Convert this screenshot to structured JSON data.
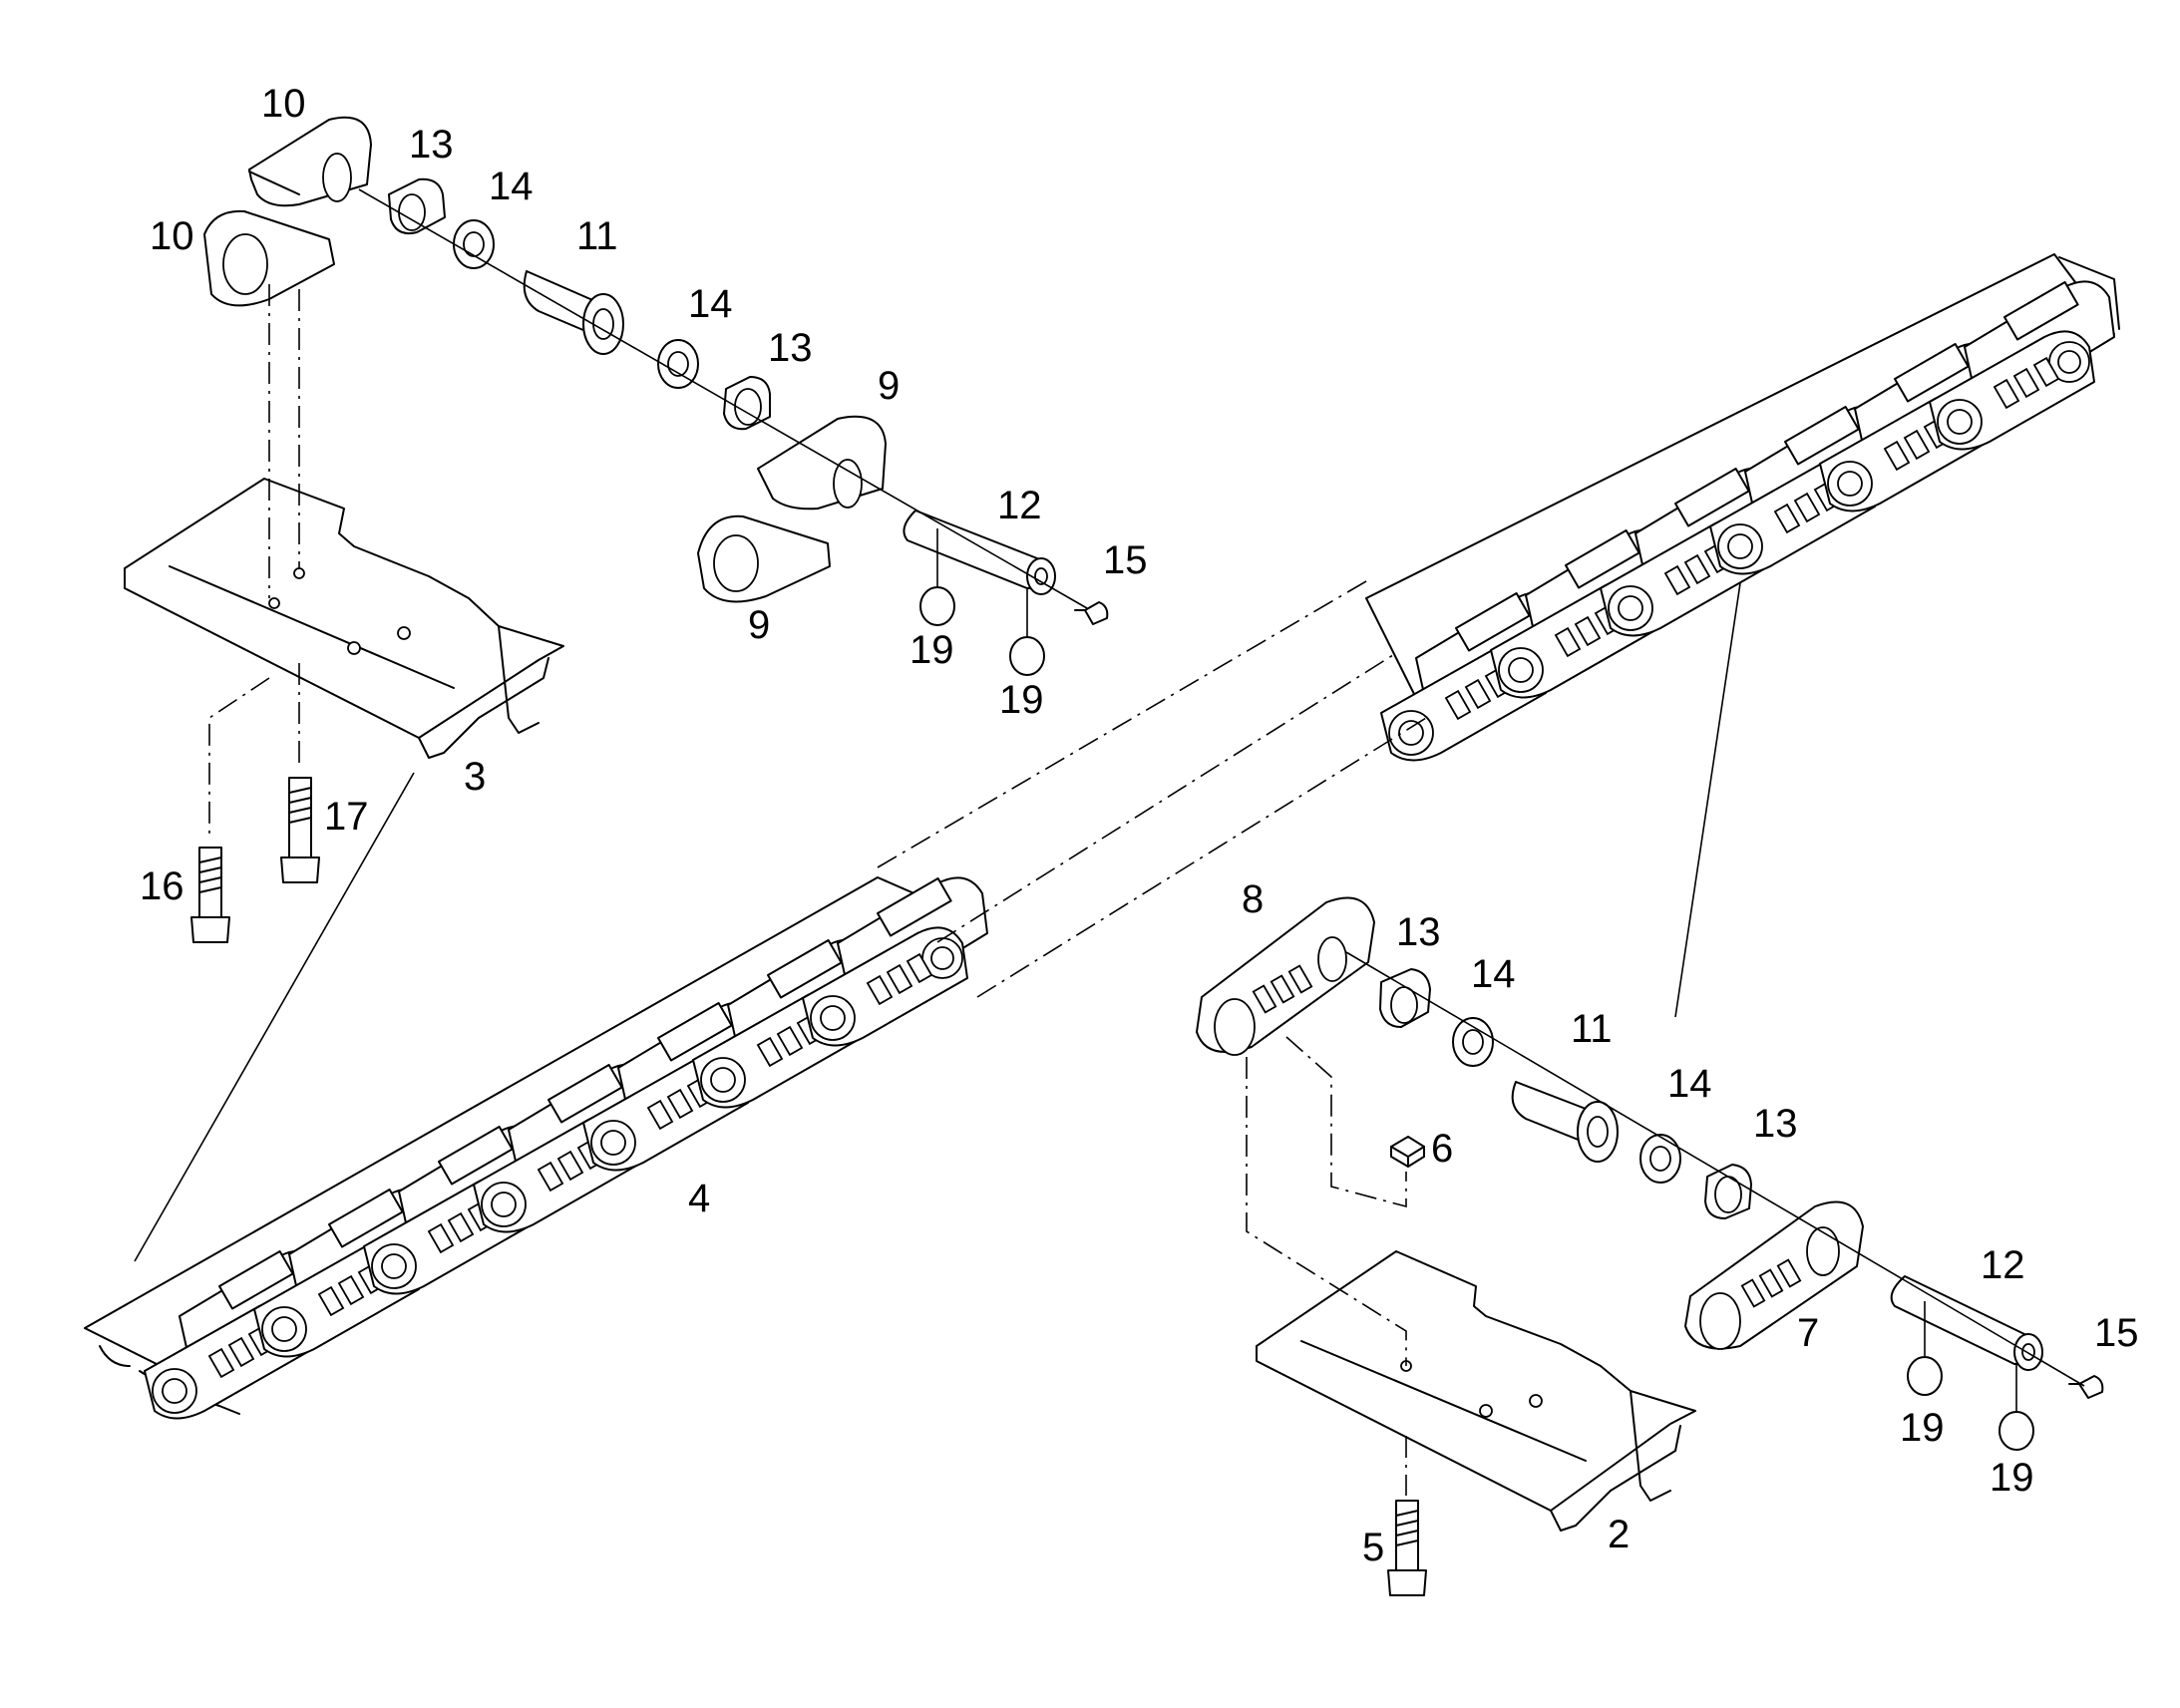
{
  "callouts": [
    {
      "id": "10a",
      "label": "10"
    },
    {
      "id": "10b",
      "label": "10"
    },
    {
      "id": "13a",
      "label": "13"
    },
    {
      "id": "14a",
      "label": "14"
    },
    {
      "id": "11a",
      "label": "11"
    },
    {
      "id": "14b",
      "label": "14"
    },
    {
      "id": "13b",
      "label": "13"
    },
    {
      "id": "9a",
      "label": "9"
    },
    {
      "id": "9b",
      "label": "9"
    },
    {
      "id": "12a",
      "label": "12"
    },
    {
      "id": "15a",
      "label": "15"
    },
    {
      "id": "19a",
      "label": "19"
    },
    {
      "id": "19b",
      "label": "19"
    },
    {
      "id": "3",
      "label": "3"
    },
    {
      "id": "17",
      "label": "17"
    },
    {
      "id": "16",
      "label": "16"
    },
    {
      "id": "4",
      "label": "4"
    },
    {
      "id": "8",
      "label": "8"
    },
    {
      "id": "13c",
      "label": "13"
    },
    {
      "id": "14c",
      "label": "14"
    },
    {
      "id": "11b",
      "label": "11"
    },
    {
      "id": "14d",
      "label": "14"
    },
    {
      "id": "13d",
      "label": "13"
    },
    {
      "id": "6",
      "label": "6"
    },
    {
      "id": "12b",
      "label": "12"
    },
    {
      "id": "15b",
      "label": "15"
    },
    {
      "id": "7",
      "label": "7"
    },
    {
      "id": "19c",
      "label": "19"
    },
    {
      "id": "19d",
      "label": "19"
    },
    {
      "id": "5",
      "label": "5"
    },
    {
      "id": "2",
      "label": "2"
    }
  ]
}
